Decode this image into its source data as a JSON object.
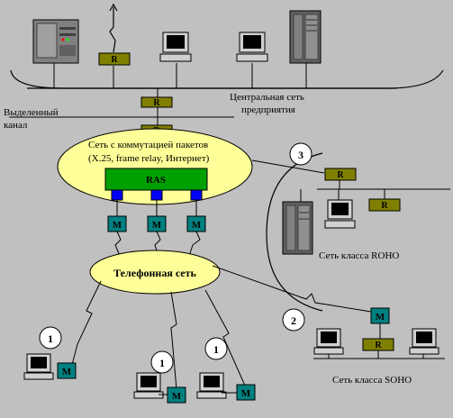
{
  "labels": {
    "central_network_line1": "Центральная сеть",
    "central_network_line2": "предприятия",
    "leased_line1": "Выделенный",
    "leased_line2": "канал",
    "packet_net_line1": "Сеть с коммутацией пакетов",
    "packet_net_line2": "(X.25, frame relay, Интернет)",
    "phone_net": "Телефонная сеть",
    "roho_net": "Сеть класса ROHO",
    "soho_net": "Сеть класса SOHO"
  },
  "devices": {
    "router": "R",
    "modem": "M",
    "ras": "RAS"
  },
  "markers": {
    "m1": "1",
    "m2": "2",
    "m3": "3"
  },
  "colors": {
    "background": "#c0c0c0",
    "cloud_fill": "#ffff99",
    "router_fill": "#808000",
    "ras_fill": "#00a000",
    "modem_fill": "#008080",
    "port_fill": "#0000ff",
    "monitor_screen": "#000000"
  }
}
